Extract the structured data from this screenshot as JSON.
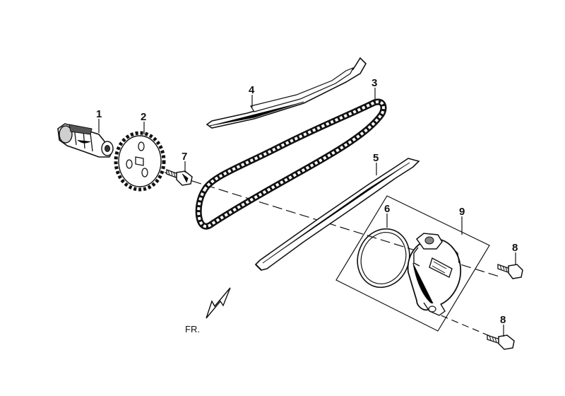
{
  "diagram": {
    "parts": [
      {
        "number": "1",
        "part": "camshaft"
      },
      {
        "number": "2",
        "part": "cam-sprocket"
      },
      {
        "number": "3",
        "part": "cam-chain"
      },
      {
        "number": "4",
        "part": "chain-guide-upper"
      },
      {
        "number": "5",
        "part": "chain-guide-lower"
      },
      {
        "number": "6",
        "part": "o-ring"
      },
      {
        "number": "7",
        "part": "sprocket-bolt"
      },
      {
        "number": "8",
        "part": "tensioner-bolt"
      },
      {
        "number": "8",
        "part": "tensioner-bolt"
      },
      {
        "number": "9",
        "part": "chain-tensioner-assembly"
      }
    ],
    "direction_label": "FR.",
    "colors": {
      "line": "#111111",
      "background": "#ffffff"
    }
  }
}
